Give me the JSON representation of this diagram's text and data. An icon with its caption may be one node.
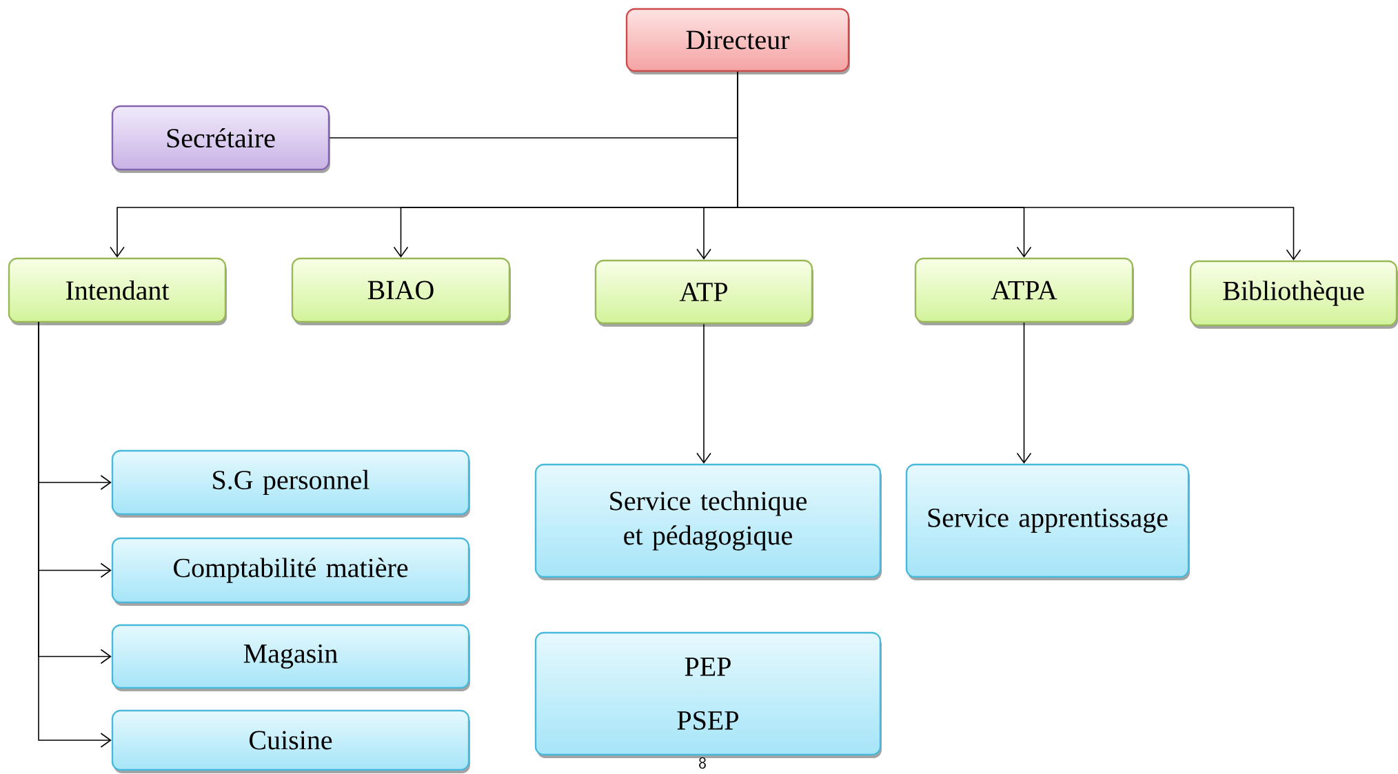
{
  "diagram": {
    "nodes": [
      {
        "text": [
          "Directeur"
        ]
      },
      {
        "text": [
          "Secrétaire"
        ]
      },
      {
        "text": [
          "Intendant"
        ]
      },
      {
        "text": [
          "BIAO"
        ]
      },
      {
        "text": [
          "ATP"
        ]
      },
      {
        "text": [
          "ATPA"
        ]
      },
      {
        "text": [
          "Bibliothèque"
        ]
      },
      {
        "text": [
          "S.G personnel"
        ]
      },
      {
        "text": [
          "Comptabilité matière"
        ]
      },
      {
        "text": [
          "Magasin"
        ]
      },
      {
        "text": [
          "Cuisine"
        ]
      },
      {
        "text": [
          "Service technique et pédagogique"
        ]
      },
      {
        "text": [
          "Service apprentissage"
        ]
      },
      {
        "text": [
          "PEP",
          "PSEP"
        ]
      }
    ],
    "edges": [
      {
        "from": 0,
        "to": 1,
        "arrow": "none"
      },
      {
        "from": 0,
        "to": 2,
        "arrow": "to"
      },
      {
        "from": 0,
        "to": 3,
        "arrow": "to"
      },
      {
        "from": 0,
        "to": 4,
        "arrow": "to"
      },
      {
        "from": 0,
        "to": 5,
        "arrow": "to"
      },
      {
        "from": 0,
        "to": 6,
        "arrow": "to"
      },
      {
        "from": 4,
        "to": 11,
        "arrow": "to"
      },
      {
        "from": 5,
        "to": 12,
        "arrow": "to"
      },
      {
        "from": 2,
        "to": 7,
        "arrow": "to"
      },
      {
        "from": 2,
        "to": 8,
        "arrow": "to"
      },
      {
        "from": 2,
        "to": 9,
        "arrow": "to"
      },
      {
        "from": 2,
        "to": 10,
        "arrow": "to"
      }
    ],
    "labels": [
      "8"
    ]
  }
}
